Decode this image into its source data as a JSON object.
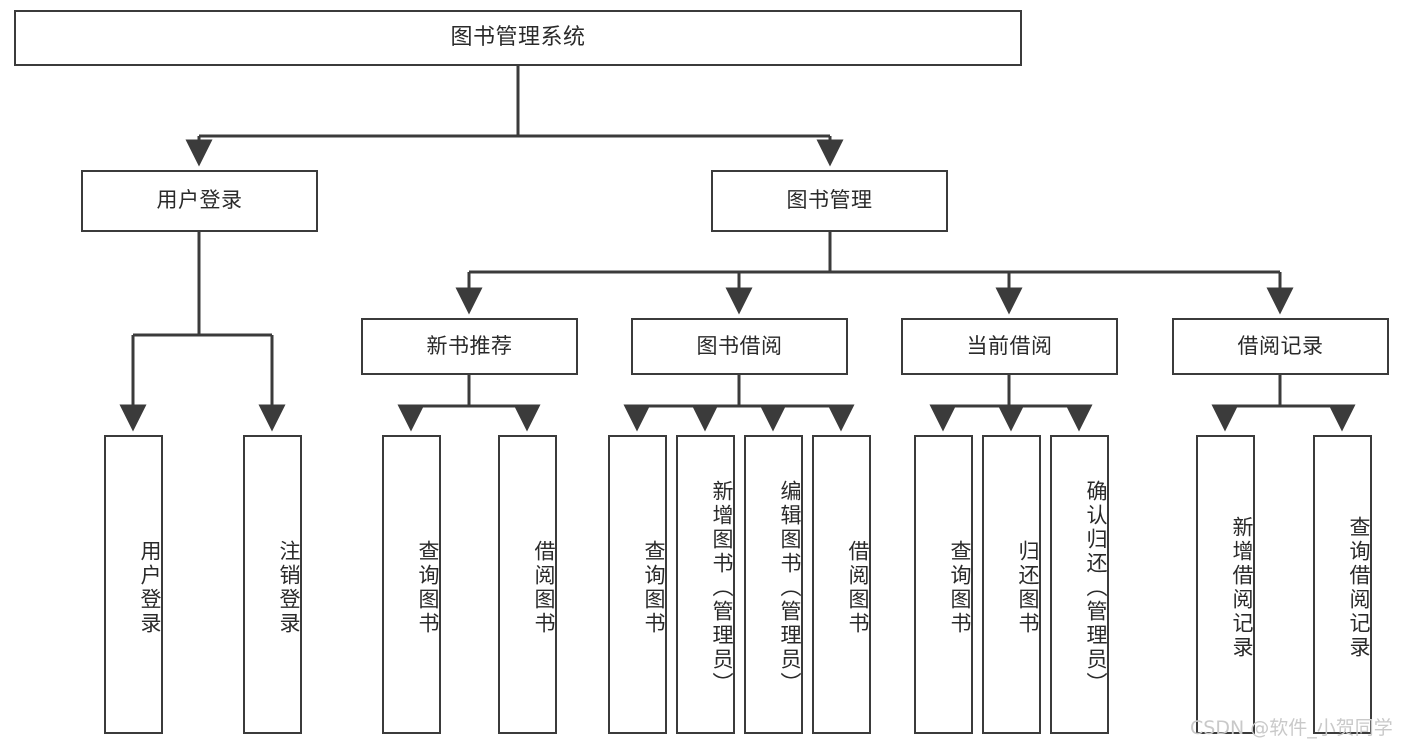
{
  "diagram": {
    "title": "图书管理系统",
    "type": "tree-hierarchy-chart",
    "watermark": "CSDN @软件_小贺同学"
  },
  "nodes": {
    "root": {
      "label": "图书管理系统"
    },
    "level2": [
      {
        "id": "user-login",
        "label": "用户登录"
      },
      {
        "id": "book-manage",
        "label": "图书管理"
      }
    ],
    "level3": [
      {
        "id": "new-book-recommend",
        "label": "新书推荐"
      },
      {
        "id": "book-borrow",
        "label": "图书借阅"
      },
      {
        "id": "current-borrow",
        "label": "当前借阅"
      },
      {
        "id": "borrow-record",
        "label": "借阅记录"
      }
    ],
    "leaves": [
      {
        "id": "leaf-user-login",
        "label": "用户登录"
      },
      {
        "id": "leaf-logout-login",
        "label": "注销登录"
      },
      {
        "id": "leaf-query-book-1",
        "label": "查询图书"
      },
      {
        "id": "leaf-borrow-book-1",
        "label": "借阅图书"
      },
      {
        "id": "leaf-query-book-2",
        "label": "查询图书"
      },
      {
        "id": "leaf-add-book",
        "label": "新增图书（管理员）"
      },
      {
        "id": "leaf-edit-book",
        "label": "编辑图书（管理员）"
      },
      {
        "id": "leaf-borrow-book-2",
        "label": "借阅图书"
      },
      {
        "id": "leaf-query-book-3",
        "label": "查询图书"
      },
      {
        "id": "leaf-return-book",
        "label": "归还图书"
      },
      {
        "id": "leaf-confirm-return",
        "label": "确认归还（管理员）"
      },
      {
        "id": "leaf-add-record",
        "label": "新增借阅记录"
      },
      {
        "id": "leaf-query-record",
        "label": "查询借阅记录"
      }
    ]
  },
  "style": {
    "border_color": "#3b3b3b",
    "text_color": "#2a2a2a",
    "background": "#ffffff",
    "watermark_color": "#c9c9c9"
  }
}
